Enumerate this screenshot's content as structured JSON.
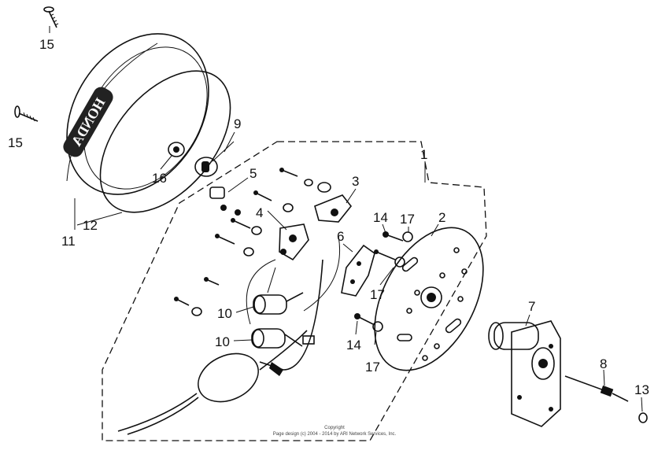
{
  "callouts": {
    "c1": "1",
    "c2": "2",
    "c3": "3",
    "c4": "4",
    "c5": "5",
    "c6": "6",
    "c7": "7",
    "c8": "8",
    "c9": "9",
    "c10a": "10",
    "c10b": "10",
    "c11": "11",
    "c12": "12",
    "c13": "13",
    "c14a": "14",
    "c14b": "14",
    "c15a": "15",
    "c15b": "15",
    "c16": "16",
    "c17a": "17",
    "c17b": "17",
    "c17c": "17"
  },
  "cover_text": "HONDA",
  "copyright": {
    "line1": "Copyright",
    "line2": "Page design (c) 2004 - 2014 by ARI Network Services, Inc."
  }
}
